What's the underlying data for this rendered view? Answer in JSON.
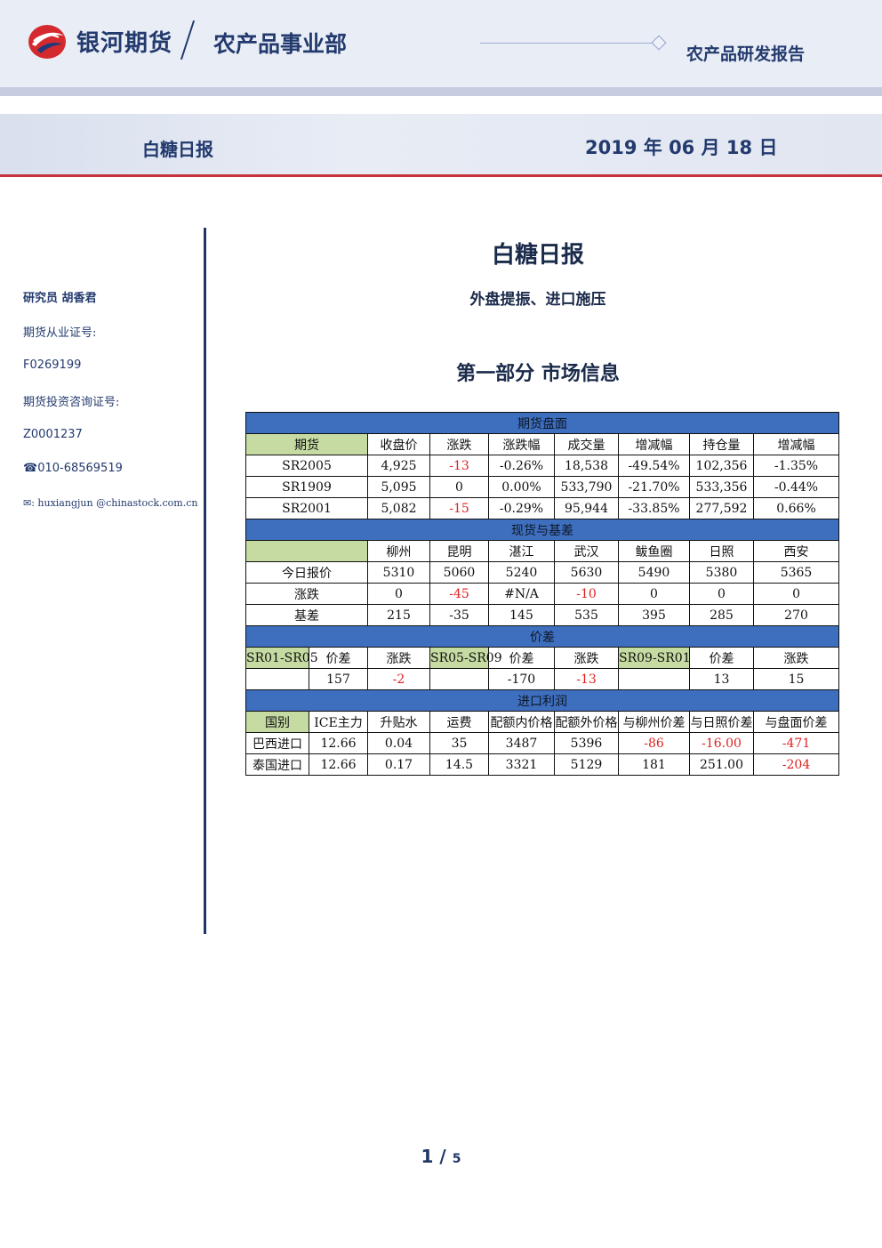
{
  "header": {
    "brand": "银河期货",
    "department": "农产品事业部",
    "report_type": "农产品研发报告"
  },
  "banner": {
    "title": "白糖日报",
    "date": "2019 年 06 月 18 日"
  },
  "sidebar": {
    "researcher": "研究员  胡香君",
    "license_label": "期货从业证号:",
    "license_no": "F0269199",
    "consult_label": "期货投资咨询证号:",
    "consult_no": "Z0001237",
    "phone": "☎010-68569519",
    "email": "✉: huxiangjun @chinastock.com.cn"
  },
  "main": {
    "title": "白糖日报",
    "subtitle": "外盘提振、进口施压",
    "section": "第一部分   市场信息"
  },
  "table": {
    "futures_title": "期货盘面",
    "futures_headers": [
      "期货",
      "收盘价",
      "涨跌",
      "涨跌幅",
      "成交量",
      "增减幅",
      "持仓量",
      "增减幅"
    ],
    "futures_rows": [
      [
        "SR2005",
        "4,925",
        "-13",
        "-0.26%",
        "18,538",
        "-49.54%",
        "102,356",
        "-1.35%"
      ],
      [
        "SR1909",
        "5,095",
        "0",
        "0.00%",
        "533,790",
        "-21.70%",
        "533,356",
        "-0.44%"
      ],
      [
        "SR2001",
        "5,082",
        "-15",
        "-0.29%",
        "95,944",
        "-33.85%",
        "277,592",
        "0.66%"
      ]
    ],
    "spot_title": "现货与基差",
    "spot_headers": [
      "",
      "柳州",
      "昆明",
      "湛江",
      "武汉",
      "鲅鱼圈",
      "日照",
      "西安"
    ],
    "spot_rows": [
      [
        "今日报价",
        "5310",
        "5060",
        "5240",
        "5630",
        "5490",
        "5380",
        "5365"
      ],
      [
        "涨跌",
        "0",
        "-45",
        "#N/A",
        "-10",
        "0",
        "0",
        "0"
      ],
      [
        "基差",
        "215",
        "-35",
        "145",
        "535",
        "395",
        "285",
        "270"
      ]
    ],
    "spread_title": "价差",
    "spread_headers": [
      "SR01-SR05",
      "价差",
      "涨跌",
      "SR05-SR09",
      "价差",
      "涨跌",
      "SR09-SR01",
      "价差",
      "涨跌"
    ],
    "spread_values": [
      "",
      "157",
      "-2",
      "",
      "-170",
      "-13",
      "",
      "13",
      "15"
    ],
    "import_title": "进口利润",
    "import_headers": [
      "国别",
      "ICE主力",
      "升贴水",
      "运费",
      "配额内价格",
      "配额外价格",
      "与柳州价差",
      "与日照价差",
      "与盘面价差"
    ],
    "import_rows": [
      [
        "巴西进口",
        "12.66",
        "0.04",
        "35",
        "3487",
        "5396",
        "-86",
        "-16.00",
        "-471"
      ],
      [
        "泰国进口",
        "12.66",
        "0.17",
        "14.5",
        "3321",
        "5129",
        "181",
        "251.00",
        "-204"
      ]
    ]
  },
  "footer": {
    "page": "1",
    "separator": "/",
    "total": "5"
  },
  "colors": {
    "navy": "#233a6e",
    "section_blue": "#3e6fbe",
    "header_green": "#c5dba2",
    "negative_red": "#e02020",
    "accent_red": "#c8333a"
  }
}
